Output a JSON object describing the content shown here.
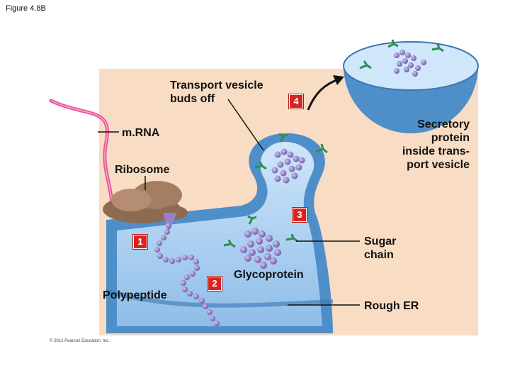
{
  "figure_title": "Figure 4.8B",
  "labels": {
    "transport_vesicle": "Transport vesicle\nbuds off",
    "mrna": "m.RNA",
    "ribosome": "Ribosome",
    "secretory_protein": "Secretory\nprotein\ninside trans-\nport vesicle",
    "sugar_chain": "Sugar\nchain",
    "glycoprotein": "Glycoprotein",
    "polypeptide": "Polypeptide",
    "rough_er": "Rough ER"
  },
  "steps": [
    "1",
    "2",
    "3",
    "4"
  ],
  "copyright": "© 2012 Pearson Education, Inc.",
  "colors": {
    "background_panel": "#f8dcc4",
    "er_membrane": "#4f8fc9",
    "er_lumen": "#a9cff0",
    "ribosome": "#a47d63",
    "mrna": "#e8559a",
    "amino_acid": "#8a6fc0",
    "sugar": "#2e8f52",
    "step_badge": "#d9231f"
  }
}
